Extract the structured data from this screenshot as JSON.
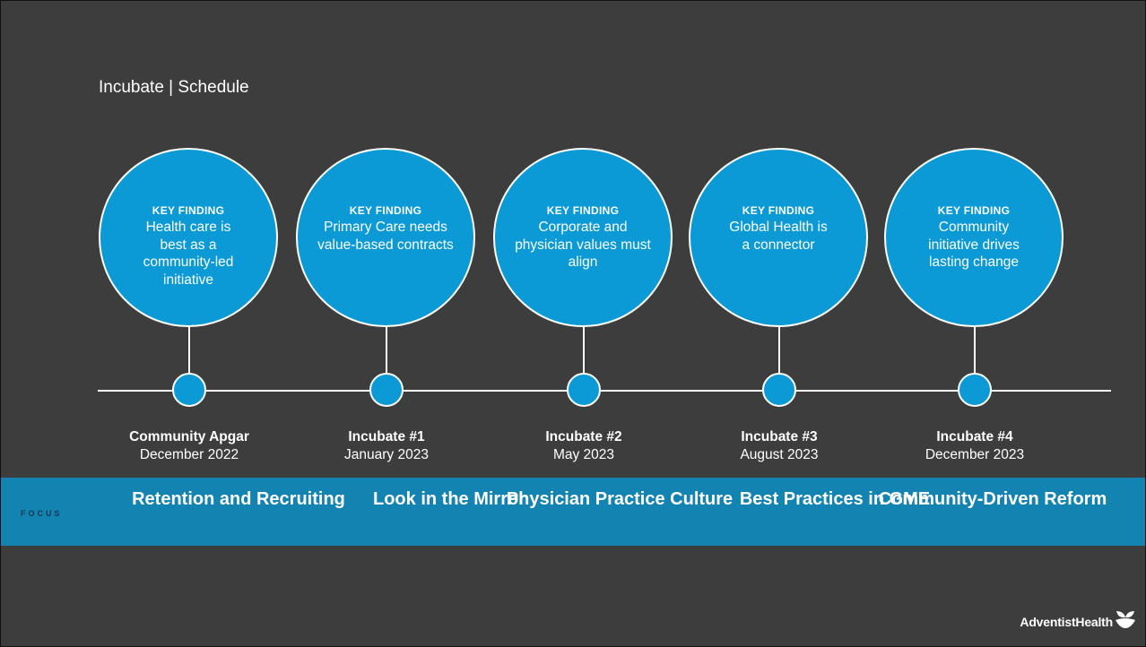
{
  "slide": {
    "title": "Incubate | Schedule"
  },
  "focus_label": "FOCUS",
  "logo_text": "AdventistHealth",
  "milestones": [
    {
      "key_label": "KEY FINDING",
      "key_text": "Health care is best as a community-led initiative",
      "event_name": "Community Apgar",
      "event_date": "December 2022",
      "focus": "Retention and Recruiting"
    },
    {
      "key_label": "KEY FINDING",
      "key_text": "Primary Care needs value-based contracts",
      "event_name": "Incubate #1",
      "event_date": "January 2023",
      "focus": "Look in the Mirror"
    },
    {
      "key_label": "KEY FINDING",
      "key_text": "Corporate and physician values must align",
      "event_name": "Incubate #2",
      "event_date": "May 2023",
      "focus": "Physician Practice Culture"
    },
    {
      "key_label": "KEY FINDING",
      "key_text": "Global Health is a connector",
      "event_name": "Incubate #3",
      "event_date": "August 2023",
      "focus": "Best Practices in GME"
    },
    {
      "key_label": "KEY FINDING",
      "key_text": "Community initiative drives lasting change",
      "event_name": "Incubate #4",
      "event_date": "December 2023",
      "focus": "Community-Driven Reform"
    }
  ]
}
